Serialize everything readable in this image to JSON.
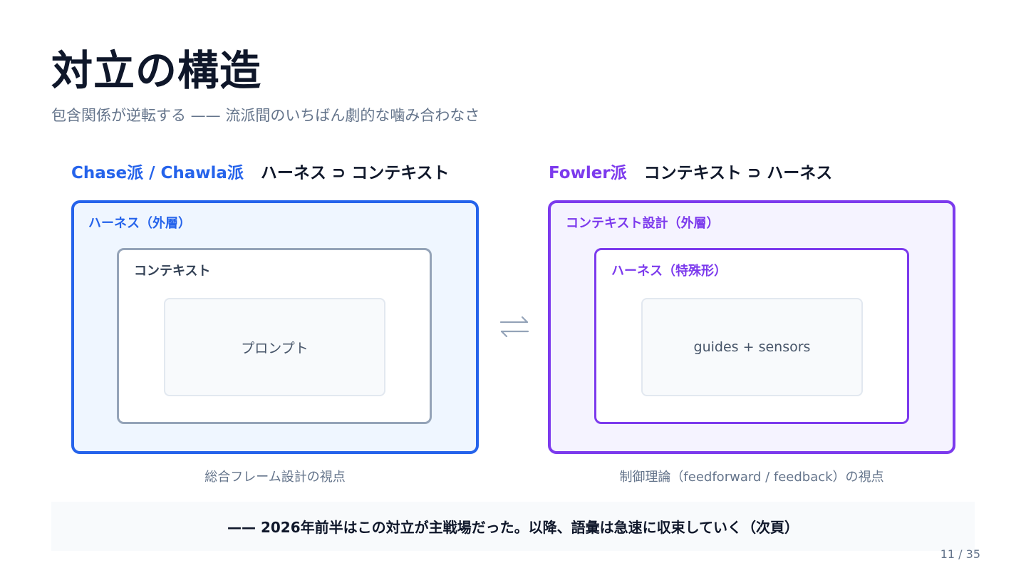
{
  "slide": {
    "title": "対立の構造",
    "subtitle": "包含関係が逆転する —— 流派間のいちばん劇的な噛み合わなさ"
  },
  "left": {
    "school": "Chase派 / Chawla派",
    "relation": "ハーネス ⊃ コンテキスト",
    "outer_label": "ハーネス（外層）",
    "middle_label": "コンテキスト",
    "inner_label": "プロンプト",
    "caption": "総合フレーム設計の視点"
  },
  "right": {
    "school": "Fowler派",
    "relation": "コンテキスト ⊃ ハーネス",
    "outer_label": "コンテキスト設計（外層）",
    "middle_label": "ハーネス（特殊形）",
    "inner_label": "guides + sensors",
    "caption": "制御理論（feedforward / feedback）の視点"
  },
  "swap_icon": "swap-arrows-icon",
  "banner": "—— 2026年前半はこの対立が主戦場だった。以降、語彙は急速に収束していく（次頁）",
  "pager": "11 / 35",
  "colors": {
    "left_accent": "#2563eb",
    "right_accent": "#7c3aed",
    "neutral_border": "#94a3b8",
    "title": "#0f172a",
    "muted": "#64748b"
  }
}
